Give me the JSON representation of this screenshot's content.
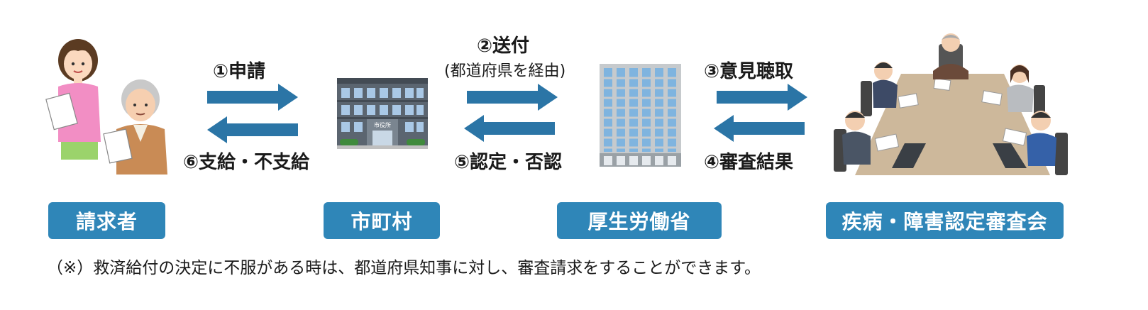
{
  "steps": {
    "s1": "①申請",
    "s2": "②送付",
    "s2_sub": "(都道府県を経由)",
    "s3": "③意見聴取",
    "s4": "④審査結果",
    "s5": "⑤認定・否認",
    "s6": "⑥支給・不支給"
  },
  "actors": {
    "applicant": "請求者",
    "municipality": "市町村",
    "ministry": "厚生労働省",
    "council": "疾病・障害認定審査会"
  },
  "building_sign": "市役所",
  "note": "（※）救済給付の決定に不服がある時は、都道府県知事に対し、審査請求をすることができます。",
  "colors": {
    "arrow": "#2b75a6",
    "label_bg": "#2f86b8"
  }
}
